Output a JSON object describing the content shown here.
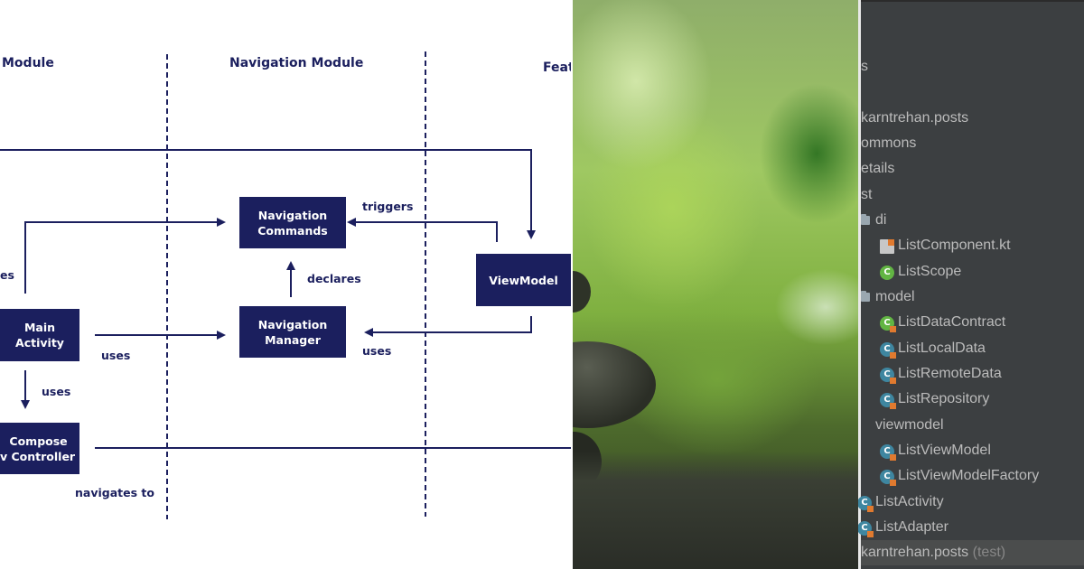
{
  "diagram": {
    "columns": {
      "app": "Module",
      "navigation": "Navigation Module",
      "feature": "Feat"
    },
    "boxes": {
      "nav_commands": [
        "Navigation",
        "Commands"
      ],
      "nav_manager": [
        "Navigation",
        "Manager"
      ],
      "viewmodel": "ViewModel",
      "main_activity": [
        "Main",
        "Activity"
      ],
      "compose_nav": [
        "Compose",
        "v Controller"
      ]
    },
    "labels": {
      "triggers": "triggers",
      "declares": "declares",
      "uses_viewmodel": "uses",
      "uses_activity": "uses",
      "uses_down": "uses",
      "es": "es",
      "navigates_to": "navigates to"
    },
    "colors": {
      "navy": "#1b1f5e"
    }
  },
  "photo": {
    "description_icon": "green-bokeh-stones-photo"
  },
  "ide": {
    "tree": [
      {
        "label": "s",
        "icon": "",
        "tag": ""
      },
      {
        "label": "karntrehan.posts",
        "icon": "",
        "tag": ""
      },
      {
        "label": "ommons",
        "icon": "",
        "tag": ""
      },
      {
        "label": "etails",
        "icon": "",
        "tag": ""
      },
      {
        "label": "st",
        "icon": "",
        "tag": ""
      },
      {
        "label": "di",
        "icon": "folder-icon",
        "tag": ""
      },
      {
        "label": "ListComponent.kt",
        "icon": "kotlin-file-icon",
        "tag": ""
      },
      {
        "label": "ListScope",
        "icon": "annotation-class-icon",
        "tag": ""
      },
      {
        "label": "model",
        "icon": "folder-icon",
        "tag": ""
      },
      {
        "label": "ListDataContract",
        "icon": "interface-icon",
        "tag": ""
      },
      {
        "label": "ListLocalData",
        "icon": "kotlin-class-icon",
        "tag": ""
      },
      {
        "label": "ListRemoteData",
        "icon": "kotlin-class-icon",
        "tag": ""
      },
      {
        "label": "ListRepository",
        "icon": "kotlin-class-icon",
        "tag": ""
      },
      {
        "label": "viewmodel",
        "icon": "",
        "tag": ""
      },
      {
        "label": "ListViewModel",
        "icon": "kotlin-class-icon",
        "tag": ""
      },
      {
        "label": "ListViewModelFactory",
        "icon": "kotlin-class-icon",
        "tag": ""
      },
      {
        "label": "ListActivity",
        "icon": "kotlin-class-icon",
        "tag": ""
      },
      {
        "label": "ListAdapter",
        "icon": "kotlin-class-icon",
        "tag": ""
      },
      {
        "label": "karntrehan.posts",
        "icon": "",
        "tag": "(test)"
      }
    ],
    "colors": {
      "background": "#3c3f41",
      "text": "#bbbbbb",
      "selected": "#4b4d4d"
    }
  }
}
